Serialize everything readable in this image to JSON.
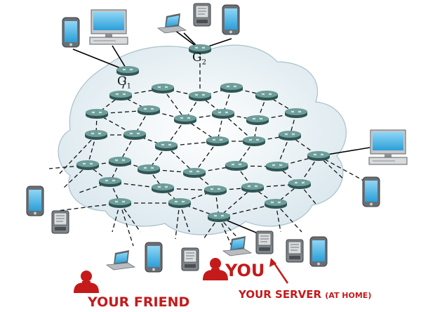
{
  "labels": {
    "gateway1": {
      "letter": "G",
      "index": "1"
    },
    "gateway2": {
      "letter": "G",
      "index": "2"
    },
    "you": "YOU",
    "your_friend": "YOUR FRIEND",
    "your_server": "YOUR SERVER",
    "at_home": "(AT HOME)"
  },
  "colors": {
    "cloud_fill": "#e4eef3",
    "cloud_stroke": "#a9c1cc",
    "router": "#3f6f6c",
    "link_dashed": "#111111",
    "link_solid": "#000000",
    "person": "#c41a1a",
    "arrow": "#c41a1a",
    "screen": "#3fb4ea"
  },
  "icons": [
    "router-icon",
    "laptop-icon",
    "desktop-computer-icon",
    "smartphone-icon",
    "pda-icon",
    "person-icon",
    "arrow-icon"
  ]
}
